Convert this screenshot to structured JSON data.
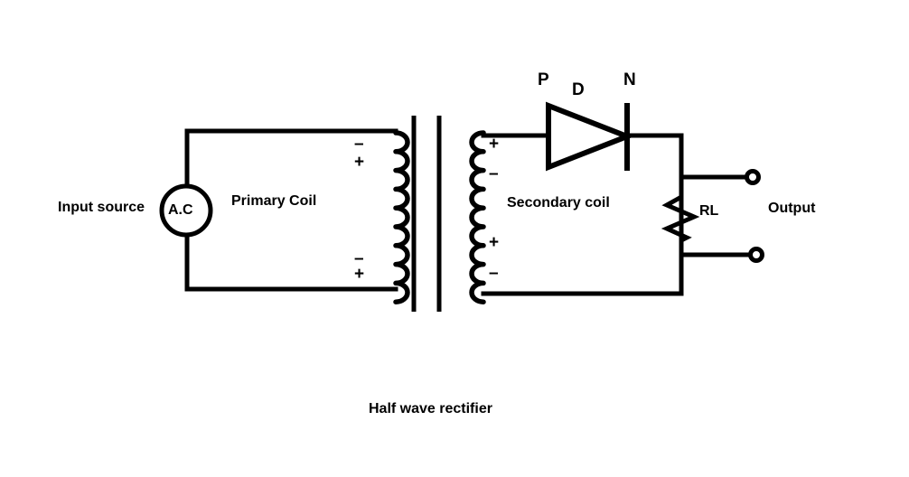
{
  "diagram": {
    "title": "Half wave rectifier",
    "caption": "Half wave rectifier"
  },
  "labels": {
    "input_source": "Input source",
    "ac_source": "A.C",
    "primary_coil": "Primary Coil",
    "secondary_coil": "Secondary coil",
    "diode_anode": "P",
    "diode": "D",
    "diode_cathode": "N",
    "load_resistor": "RL",
    "output": "Output"
  },
  "polarity": {
    "primary_top_first": "–",
    "primary_top_second": "+",
    "primary_bottom_first": "–",
    "primary_bottom_second": "+",
    "secondary_top_first": "+",
    "secondary_top_second": "–",
    "secondary_bottom_first": "+",
    "secondary_bottom_second": "–"
  },
  "colors": {
    "line": "#000000",
    "background": "#ffffff",
    "text": "#000000"
  },
  "chart_data": {
    "type": "diagram",
    "title": "Half wave rectifier",
    "components": [
      {
        "name": "A.C source",
        "symbol": "circle-source",
        "label": "A.C"
      },
      {
        "name": "Primary coil",
        "symbol": "inductor",
        "turns": 9,
        "label": "Primary Coil"
      },
      {
        "name": "Transformer core",
        "symbol": "double-bar",
        "bars": 2
      },
      {
        "name": "Secondary coil",
        "symbol": "inductor",
        "turns": 9,
        "label": "Secondary coil"
      },
      {
        "name": "Diode",
        "symbol": "diode",
        "label": "D",
        "anode": "P",
        "cathode": "N"
      },
      {
        "name": "Load resistor",
        "symbol": "resistor-zigzag",
        "label": "RL"
      },
      {
        "name": "Output terminals",
        "symbol": "open-circle",
        "count": 2,
        "label": "Output"
      }
    ]
  }
}
